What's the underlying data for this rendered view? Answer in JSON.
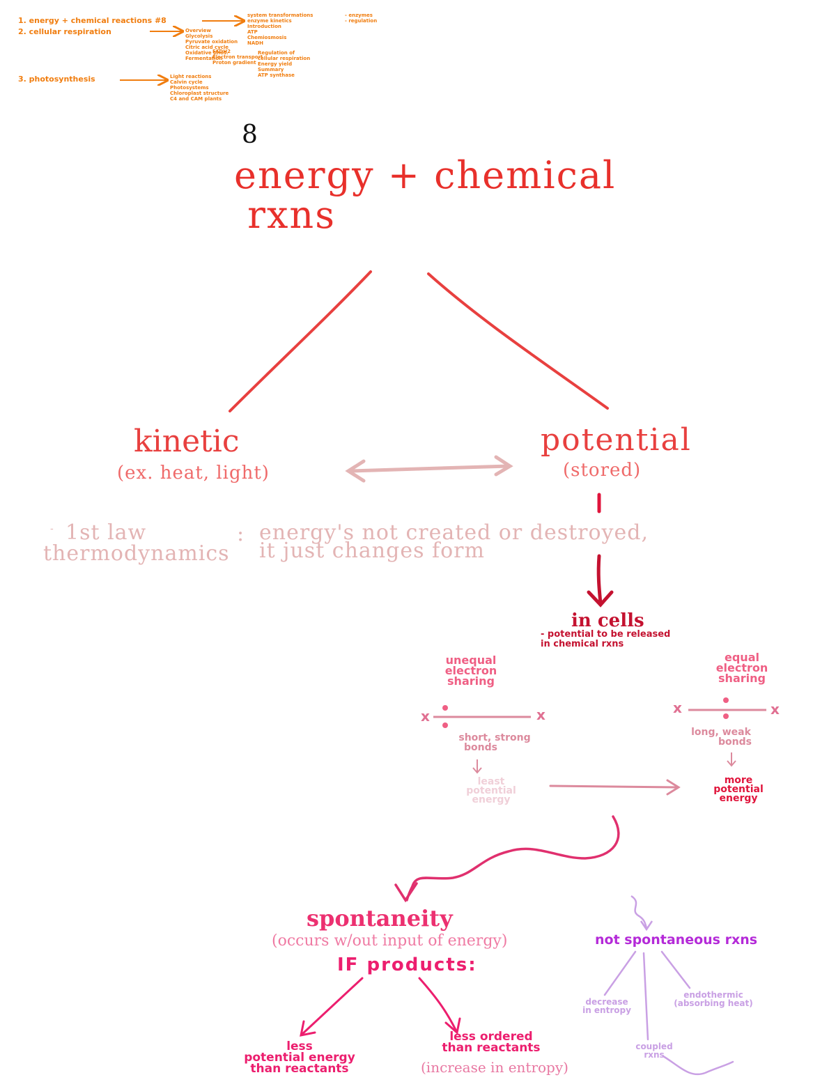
{
  "legend": {
    "row1_left": "1. energy + chemical reactions  #8",
    "row1_right_a": "system transformations",
    "row1_right_b": "- enzymes",
    "row1_right_c": "enzyme kinetics",
    "row1_right_d": "- regulation",
    "row1_right_e": "Introduction",
    "row2_left": "2. cellular respiration",
    "row2_list": [
      "Overview",
      "Glycolysis",
      "Pyruvate oxidation",
      "Citric acid cycle",
      "Oxidative phos.",
      "Fermentation"
    ],
    "row2_mid": [
      "ATP",
      "Chemiosmosis",
      "NADH",
      "FADH2",
      "Electron transport",
      "Proton gradient"
    ],
    "row2_right": [
      "Regulation of",
      "cellular respiration",
      "Energy yield",
      "Summary",
      "ATP synthase"
    ],
    "row3_left": "3. photosynthesis",
    "row3_list": [
      "Light reactions",
      "Calvin cycle",
      "Photosystems",
      "Chloroplast structure",
      "C4 and CAM plants"
    ]
  },
  "page_number": "8",
  "title": "energy + chemical\n rxns",
  "kinetic": {
    "label": "kinetic",
    "example": "(ex. heat, light)"
  },
  "potential": {
    "label": "potential",
    "example": "(stored)"
  },
  "law": {
    "bullet": "-",
    "name_line1": "1st law",
    "name_line2": "thermodynamics",
    "colon": ":",
    "text_line1": "energy's not created  or  destroyed,",
    "text_line2": "it just changes form"
  },
  "cells": {
    "title": "in cells",
    "note_line1": "- potential to be released",
    "note_line2": "in chemical rxns"
  },
  "unequal": {
    "title": [
      "unequal",
      "electron",
      "sharing"
    ],
    "x_left": "x",
    "x_right": "x",
    "bonds": [
      "short, strong",
      "bonds"
    ],
    "energy": [
      "least",
      "potential",
      "energy"
    ]
  },
  "equal": {
    "title": [
      "equal",
      "electron",
      "sharing"
    ],
    "x_left": "x",
    "x_right": "x",
    "bonds": [
      "long, weak",
      "bonds"
    ],
    "energy": [
      "more",
      "potential",
      "energy"
    ]
  },
  "spontaneity": {
    "title": "spontaneity",
    "definition": "(occurs w/out input of energy)",
    "condition": "IF products:",
    "left": [
      "less",
      "potential energy",
      "than reactants"
    ],
    "right": [
      "less ordered",
      "than reactants"
    ],
    "right_paren": "(increase in entropy)"
  },
  "not_spontaneous": {
    "title": "not spontaneous rxns",
    "left": [
      "decrease",
      "in entropy"
    ],
    "right": [
      "endothermic",
      "(absorbing heat)"
    ],
    "bottom": [
      "coupled",
      "rxns"
    ]
  },
  "colors": {
    "orange": "#f07d0f",
    "red": "#e8302b",
    "light_pink": "#e3b4b4",
    "crimson": "#c41230",
    "pink": "#ec1e6e",
    "lavender": "#c9a0e4",
    "purple": "#b42ad8"
  }
}
